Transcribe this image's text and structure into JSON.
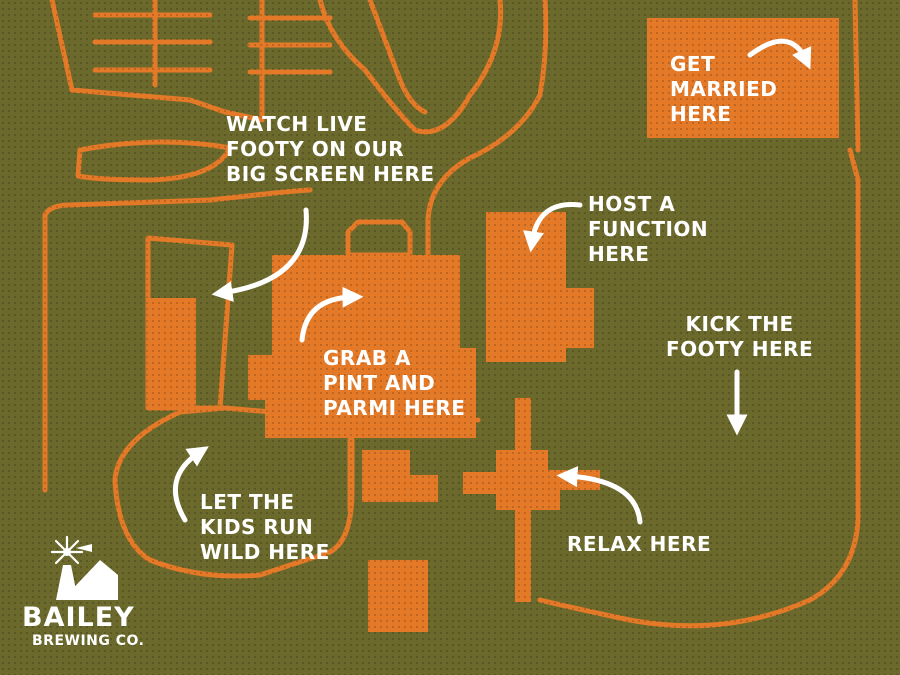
{
  "colors": {
    "background": "#6b6a2c",
    "building": "#e47a28",
    "path": "#e47a28",
    "text": "#ffffff"
  },
  "labels": {
    "married": [
      "GET",
      "MARRIED",
      "HERE"
    ],
    "footy_screen": [
      "WATCH LIVE",
      "FOOTY ON OUR",
      "BIG SCREEN HERE"
    ],
    "function": [
      "HOST A",
      "FUNCTION",
      "HERE"
    ],
    "kick_footy": [
      "KICK THE",
      "FOOTY HERE"
    ],
    "pint": [
      "GRAB A",
      "PINT AND",
      "PARMI HERE"
    ],
    "kids": [
      "LET THE",
      "KIDS RUN",
      "WILD HERE"
    ],
    "relax": [
      "RELAX HERE"
    ]
  },
  "logo": {
    "name": "BAILEY",
    "subtitle": "BREWING CO.",
    "icon": "windmill-barn-icon"
  },
  "icons": {
    "arrow": "curved-arrow-icon",
    "down_arrow": "down-arrow-icon"
  }
}
